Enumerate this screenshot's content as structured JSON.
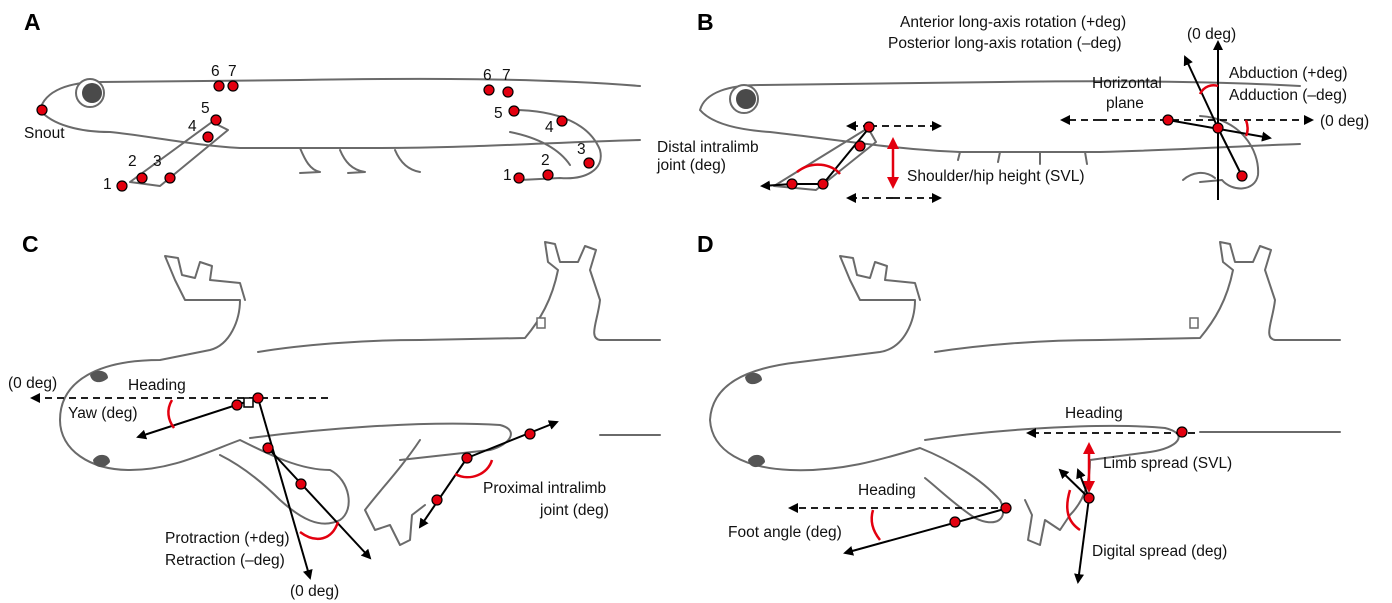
{
  "panels": {
    "a": {
      "letter": "A",
      "snout": "Snout",
      "forelimb_numbers": [
        "1",
        "2",
        "3",
        "4",
        "5"
      ],
      "hindlimb_numbers": [
        "1",
        "2",
        "3",
        "4",
        "5"
      ],
      "dorsal_numbers_front": [
        "6",
        "7"
      ],
      "dorsal_numbers_back": [
        "6",
        "7"
      ]
    },
    "b": {
      "letter": "B",
      "anterior_rotation": "Anterior long-axis rotation (+deg)",
      "posterior_rotation": "Posterior long-axis rotation (–deg)",
      "zero_top": "(0 deg)",
      "abduction": "Abduction (+deg)",
      "adduction": "Adduction (–deg)",
      "horizontal": "Horizontal",
      "plane": "plane",
      "zero_right": "(0 deg)",
      "distal_1": "Distal intralimb",
      "distal_2": "joint (deg)",
      "height": "Shoulder/hip height (SVL)"
    },
    "c": {
      "letter": "C",
      "zero_left": "(0 deg)",
      "heading": "Heading",
      "yaw": "Yaw (deg)",
      "protraction": "Protraction (+deg)",
      "retraction": "Retraction (–deg)",
      "zero_bottom": "(0 deg)",
      "proximal_1": "Proximal intralimb",
      "proximal_2": "joint (deg)"
    },
    "d": {
      "letter": "D",
      "heading_top": "Heading",
      "limb_spread": "Limb spread (SVL)",
      "heading_bottom": "Heading",
      "foot_angle": "Foot angle (deg)",
      "digital_spread": "Digital spread (deg)"
    }
  },
  "colors": {
    "marker": "#e3000f",
    "outline": "#6a6a6a",
    "angle_arc": "#e3000f",
    "vector": "#000000"
  }
}
